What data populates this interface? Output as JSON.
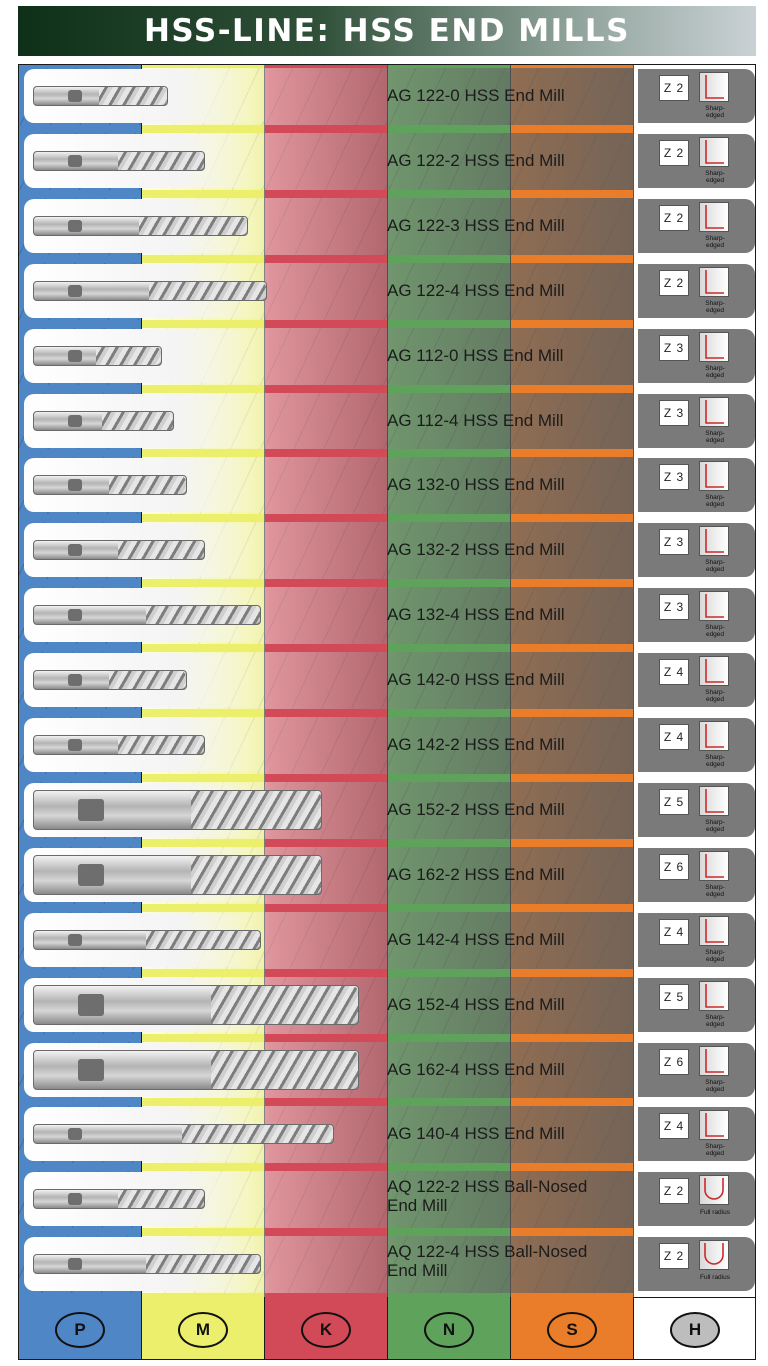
{
  "title": "HSS-LINE: HSS END MILLS",
  "colors": {
    "P": "#4e86c6",
    "M": "#ecef6c",
    "K": "#d24a58",
    "N": "#5fa25b",
    "S": "#e97d2a",
    "H": "#ffffff",
    "edge_line": "#cc2a2a",
    "panel": "#7a7a7a"
  },
  "groups": [
    "P",
    "M",
    "K",
    "N",
    "S",
    "H"
  ],
  "products": [
    {
      "name": "AG 122-0 HSS End Mill",
      "z": "Z 2",
      "edge": "Sharp-\nedged",
      "edge_type": "sharp",
      "tool_length": 0.22,
      "tool_thickness": "small"
    },
    {
      "name": "AG 122-2 HSS End Mill",
      "z": "Z 2",
      "edge": "Sharp-\nedged",
      "edge_type": "sharp",
      "tool_length": 0.28,
      "tool_thickness": "small"
    },
    {
      "name": "AG 122-3 HSS End Mill",
      "z": "Z 2",
      "edge": "Sharp-\nedged",
      "edge_type": "sharp",
      "tool_length": 0.35,
      "tool_thickness": "small"
    },
    {
      "name": "AG 122-4 HSS End Mill",
      "z": "Z 2",
      "edge": "Sharp-\nedged",
      "edge_type": "sharp",
      "tool_length": 0.38,
      "tool_thickness": "small"
    },
    {
      "name": "AG 112-0 HSS End Mill",
      "z": "Z 3",
      "edge": "Sharp-\nedged",
      "edge_type": "sharp",
      "tool_length": 0.21,
      "tool_thickness": "small"
    },
    {
      "name": "AG 112-4 HSS End Mill",
      "z": "Z 3",
      "edge": "Sharp-\nedged",
      "edge_type": "sharp",
      "tool_length": 0.23,
      "tool_thickness": "small"
    },
    {
      "name": "AG 132-0 HSS End Mill",
      "z": "Z 3",
      "edge": "Sharp-\nedged",
      "edge_type": "sharp",
      "tool_length": 0.25,
      "tool_thickness": "small"
    },
    {
      "name": "AG 132-2 HSS End Mill",
      "z": "Z 3",
      "edge": "Sharp-\nedged",
      "edge_type": "sharp",
      "tool_length": 0.28,
      "tool_thickness": "small"
    },
    {
      "name": "AG 132-4 HSS End Mill",
      "z": "Z 3",
      "edge": "Sharp-\nedged",
      "edge_type": "sharp",
      "tool_length": 0.37,
      "tool_thickness": "small"
    },
    {
      "name": "AG 142-0 HSS End Mill",
      "z": "Z 4",
      "edge": "Sharp-\nedged",
      "edge_type": "sharp",
      "tool_length": 0.25,
      "tool_thickness": "small"
    },
    {
      "name": "AG 142-2 HSS End Mill",
      "z": "Z 4",
      "edge": "Sharp-\nedged",
      "edge_type": "sharp",
      "tool_length": 0.28,
      "tool_thickness": "small"
    },
    {
      "name": "AG 152-2 HSS End Mill",
      "z": "Z 5",
      "edge": "Sharp-\nedged",
      "edge_type": "sharp",
      "tool_length": 0.47,
      "tool_thickness": "large"
    },
    {
      "name": "AG 162-2 HSS End Mill",
      "z": "Z 6",
      "edge": "Sharp-\nedged",
      "edge_type": "sharp",
      "tool_length": 0.47,
      "tool_thickness": "large"
    },
    {
      "name": "AG 142-4 HSS End Mill",
      "z": "Z 4",
      "edge": "Sharp-\nedged",
      "edge_type": "sharp",
      "tool_length": 0.37,
      "tool_thickness": "small"
    },
    {
      "name": "AG 152-4 HSS End Mill",
      "z": "Z 5",
      "edge": "Sharp-\nedged",
      "edge_type": "sharp",
      "tool_length": 0.53,
      "tool_thickness": "large"
    },
    {
      "name": "AG 162-4 HSS End Mill",
      "z": "Z 6",
      "edge": "Sharp-\nedged",
      "edge_type": "sharp",
      "tool_length": 0.53,
      "tool_thickness": "large"
    },
    {
      "name": "AG 140-4 HSS End Mill",
      "z": "Z 4",
      "edge": "Sharp-\nedged",
      "edge_type": "sharp",
      "tool_length": 0.49,
      "tool_thickness": "small"
    },
    {
      "name": "AQ 122-2 HSS Ball-Nosed\nEnd Mill",
      "z": "Z 2",
      "edge": "Full radius",
      "edge_type": "radius",
      "tool_length": 0.28,
      "tool_thickness": "small"
    },
    {
      "name": "AQ 122-4 HSS Ball-Nosed\nEnd Mill",
      "z": "Z 2",
      "edge": "Full radius",
      "edge_type": "radius",
      "tool_length": 0.37,
      "tool_thickness": "small"
    }
  ]
}
